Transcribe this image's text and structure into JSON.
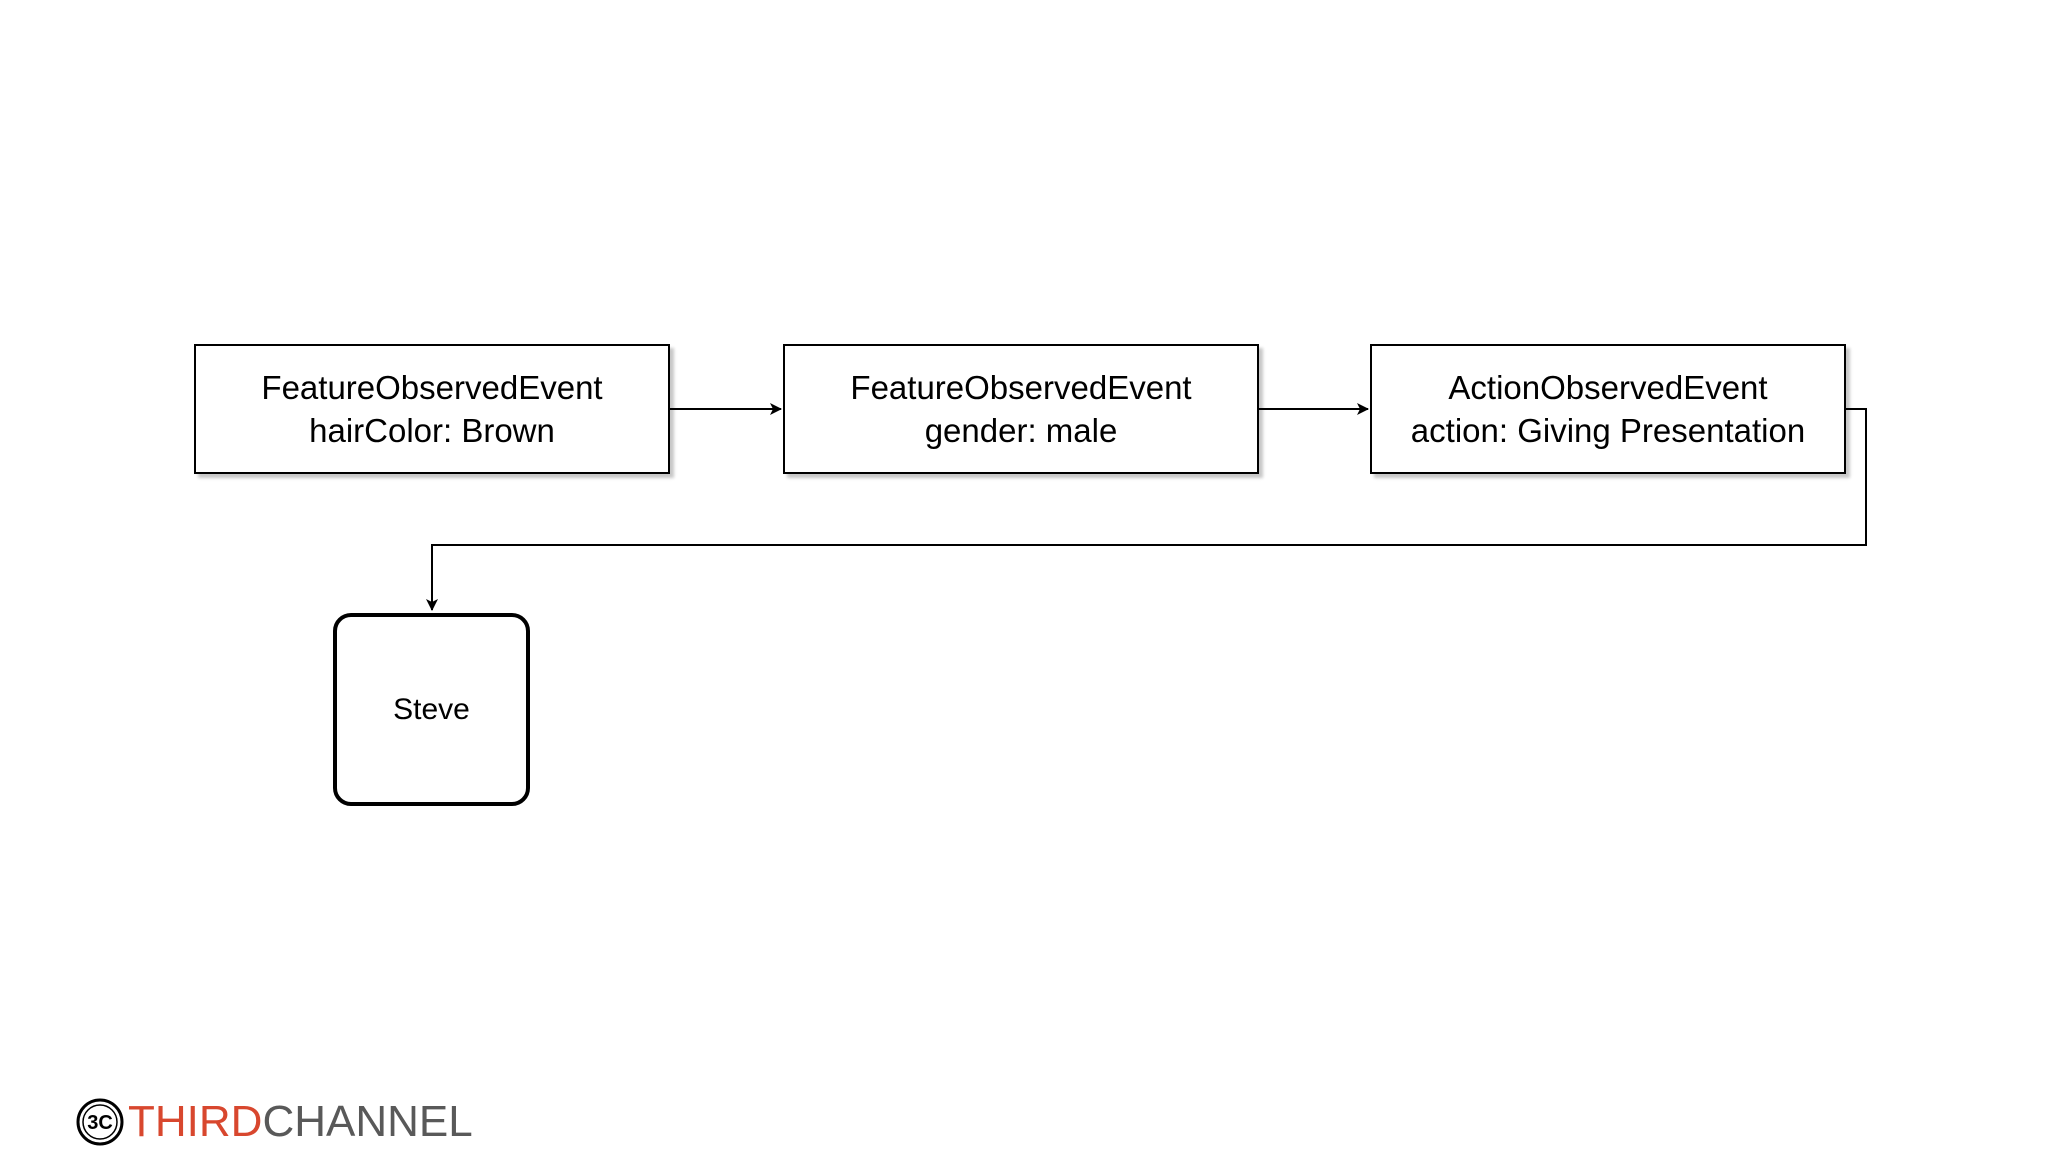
{
  "diagram": {
    "nodes": [
      {
        "id": "node-1",
        "line1": "FeatureObservedEvent",
        "line2": "hairColor: Brown"
      },
      {
        "id": "node-2",
        "line1": "FeatureObservedEvent",
        "line2": "gender: male"
      },
      {
        "id": "node-3",
        "line1": "ActionObservedEvent",
        "line2": "action: Giving Presentation"
      },
      {
        "id": "node-steve",
        "label": "Steve"
      }
    ],
    "edges": [
      {
        "from": "node-1",
        "to": "node-2"
      },
      {
        "from": "node-2",
        "to": "node-3"
      },
      {
        "from": "node-3",
        "to": "node-steve"
      }
    ]
  },
  "logo": {
    "word1": "THIRD",
    "word2": "CHANNEL",
    "mark_text": "3C",
    "colors": {
      "accent": "#d8472e",
      "text": "#595959",
      "mark": "#000000"
    }
  },
  "colors": {
    "background": "#ffffff",
    "stroke": "#000000"
  }
}
